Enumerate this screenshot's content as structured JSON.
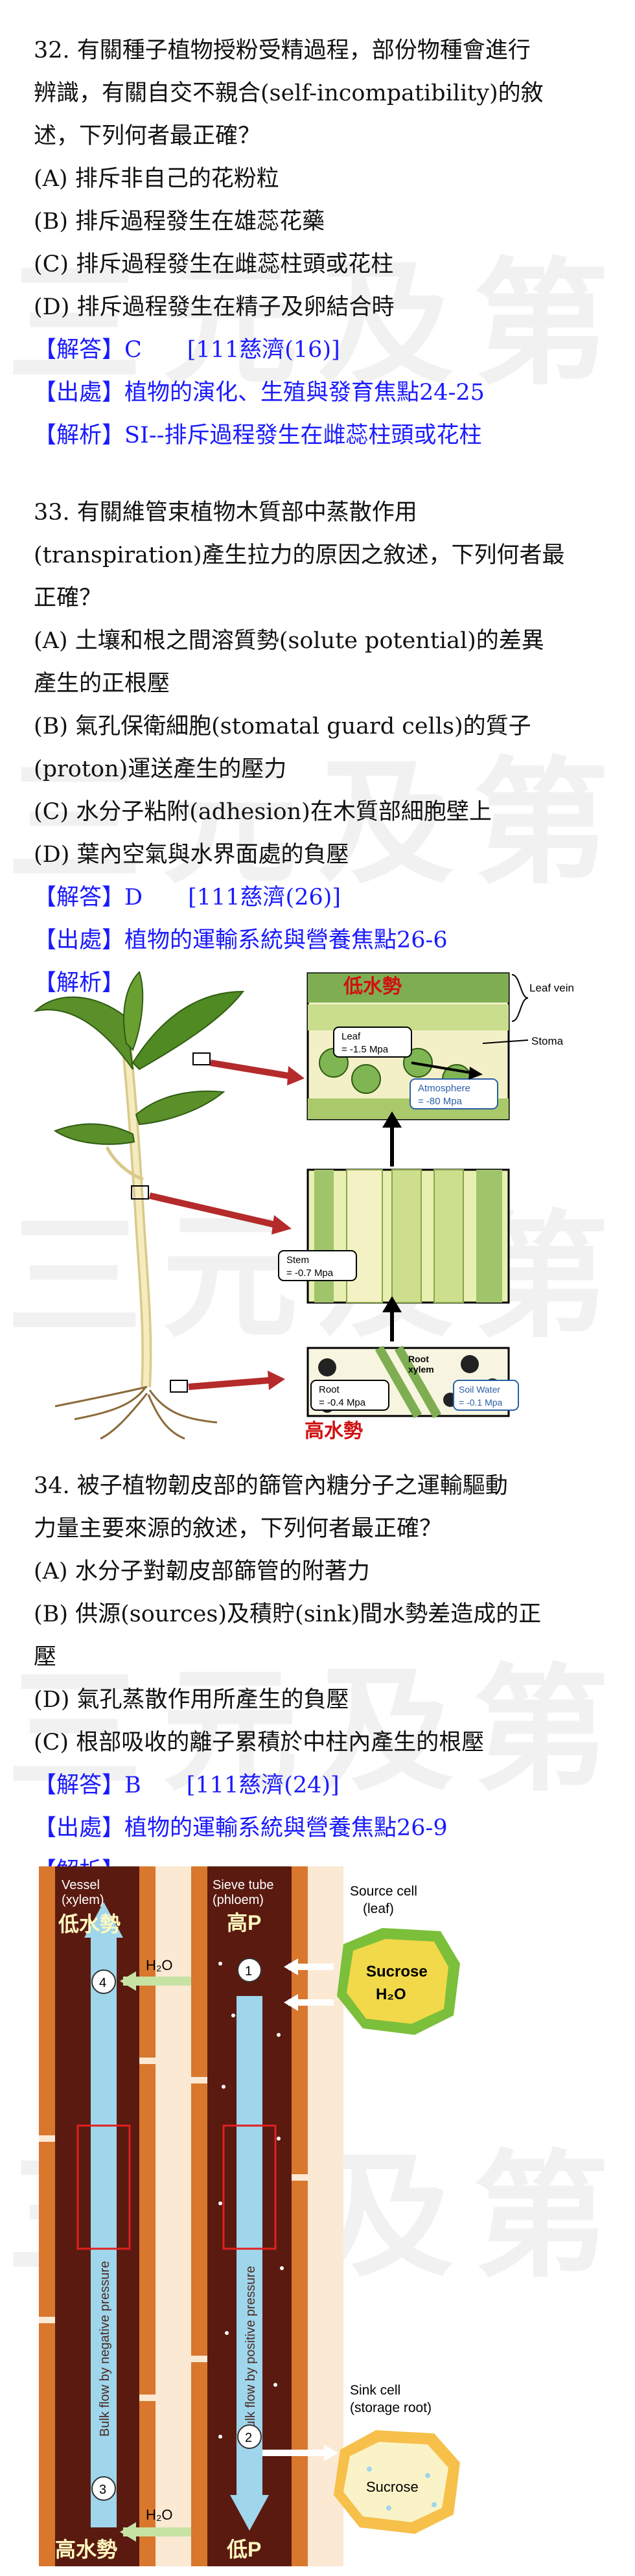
{
  "watermark": "三元及第",
  "q32": {
    "lines": [
      "32. 有關種子植物授粉受精過程，部份物種會進行",
      "辨識，有關自交不親合(self-incompatibility)的敘",
      "述，下列何者最正確？"
    ],
    "options": [
      "(A)  排斥非自己的花粉粒",
      "(B)  排斥過程發生在雄蕊花藥",
      "(C)  排斥過程發生在雌蕊柱頭或花柱",
      "(D)  排斥過程發生在精子及卵結合時"
    ],
    "answer_label": "【解答】",
    "answer": "C",
    "answer_src": "[111慈濟(16)]",
    "source_label": "【出處】",
    "source": "植物的演化、生殖與發育焦點24-25",
    "explain_label": "【解析】",
    "explain": "SI--排斥過程發生在雌蕊柱頭或花柱"
  },
  "q33": {
    "lines": [
      "33. 有關維管束植物木質部中蒸散作用",
      "(transpiration)產生拉力的原因之敘述，下列何者最",
      "正確？"
    ],
    "options": [
      "(A)  土壤和根之間溶質勢(solute potential)的差異",
      "產生的正根壓",
      "(B)  氣孔保衛細胞(stomatal guard cells)的質子",
      "(proton)運送產生的壓力",
      "(C)  水分子粘附(adhesion)在木質部細胞壁上",
      "(D)  葉內空氣與水界面處的負壓"
    ],
    "answer_label": "【解答】",
    "answer": "D",
    "answer_src": "[111慈濟(26)]",
    "source_label": "【出處】",
    "source": "植物的運輸系統與營養焦點26-6",
    "explain_label": "【解析】",
    "figure": {
      "low_water": "低水勢",
      "high_water": "高水勢",
      "leaf_vein": "Leaf vein",
      "stoma": "Stoma",
      "leaf_1": "Leaf",
      "leaf_2": "= -1.5 Mpa",
      "atm_1": "Atmosphere",
      "atm_2": "= -80 Mpa",
      "stem_1": "Stem",
      "stem_2": "= -0.7 Mpa",
      "root_xylem_1": "Root",
      "root_xylem_2": "xylem",
      "root_1": "Root",
      "root_2": "= -0.4 Mpa",
      "soil_1": "Soil Water",
      "soil_2": "= -0.1 Mpa"
    }
  },
  "q34": {
    "lines": [
      "34. 被子植物韌皮部的篩管內糖分子之運輸驅動",
      "力量主要來源的敘述，下列何者最正確？"
    ],
    "options": [
      "(A)  水分子對韌皮部篩管的附著力",
      "(B)  供源(sources)及積貯(sink)間水勢差造成的正",
      "壓",
      "(D)  氣孔蒸散作用所產生的負壓",
      "(C)  根部吸收的離子累積於中柱內產生的根壓"
    ],
    "answer_label": "【解答】",
    "answer": "B",
    "answer_src": "[111慈濟(24)]",
    "source_label": "【出處】",
    "source": "植物的運輸系統與營養焦點26-9",
    "explain_label": "【解析】",
    "figure": {
      "vessel_1": "Vessel",
      "vessel_2": "(xylem)",
      "sieve_1": "Sieve tube",
      "sieve_2": "(phloem)",
      "source_1": "Source cell",
      "source_2": "(leaf)",
      "low_water": "低水勢",
      "high_water": "高水勢",
      "high_p": "高P",
      "low_p": "低P",
      "sucrose": "Sucrose",
      "h2o": "H₂O",
      "sink_1": "Sink cell",
      "sink_2": "(storage root)",
      "bulk_neg": "Bulk flow by negative pressure",
      "bulk_pos": "Bulk flow by positive pressure",
      "n1": "1",
      "n2": "2",
      "n3": "3",
      "n4": "4"
    }
  }
}
